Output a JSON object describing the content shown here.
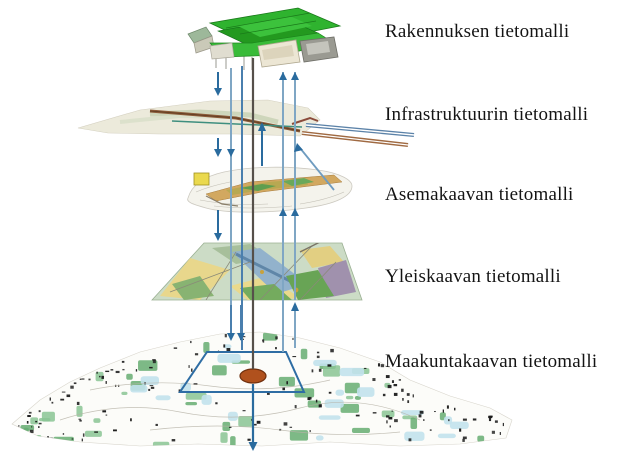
{
  "diagram": {
    "type": "layered-information-model-stack",
    "layers": [
      {
        "id": "building",
        "label": "Rakennuksen tietomalli"
      },
      {
        "id": "infrastructure",
        "label": "Infrastruktuurin tietomalli"
      },
      {
        "id": "detailed-plan",
        "label": "Asemakaavan tietomalli"
      },
      {
        "id": "master-plan",
        "label": "Yleiskaavan tietomalli"
      },
      {
        "id": "regional-plan",
        "label": "Maakuntakaavan tietomalli"
      }
    ],
    "flow": {
      "down_arrows_side": "left",
      "up_arrows_side": "right",
      "center_line_to": "focus marker on regional plan",
      "exit_arrow": "down, below regional plan"
    },
    "colors": {
      "arrow_blue": "#2a6b9e",
      "light_line_blue": "#7fa6c4",
      "steel_line_blue": "#4a7fae",
      "dark_center_line": "#56504a",
      "building_green": "#2fb32f",
      "pipe_blue": "#5b82a8",
      "pipe_brown": "#a06a42",
      "focus_outline_blue": "#2e6da4",
      "focus_marker_orange": "#b0511d"
    }
  }
}
